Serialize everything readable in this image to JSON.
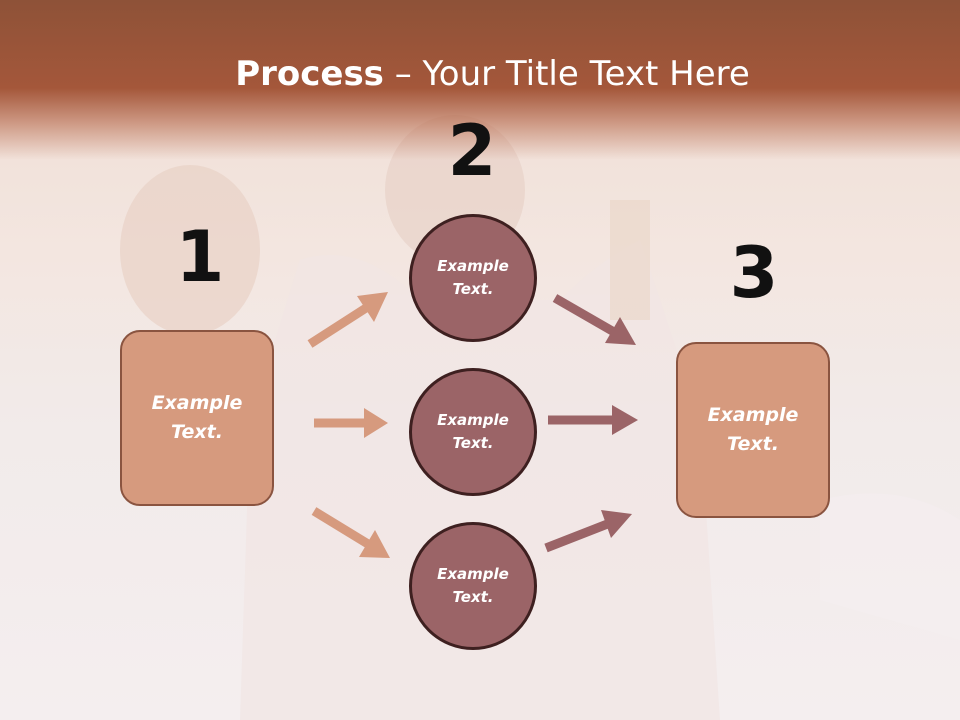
{
  "title": {
    "bold": "Process",
    "rest": " – Your Title Text Here"
  },
  "steps": [
    {
      "number": "1",
      "label": "Example\nText."
    },
    {
      "number": "2",
      "label": ""
    },
    {
      "number": "3",
      "label": "Example\nText."
    }
  ],
  "circles": [
    {
      "label": "Example\nText."
    },
    {
      "label": "Example\nText."
    },
    {
      "label": "Example\nText."
    }
  ],
  "colors": {
    "header": "#a4573a",
    "box_fill": "#d69a7e",
    "circle_fill": "#9b6467",
    "arrow_left": "#d69a7e",
    "arrow_right": "#9b6467"
  }
}
